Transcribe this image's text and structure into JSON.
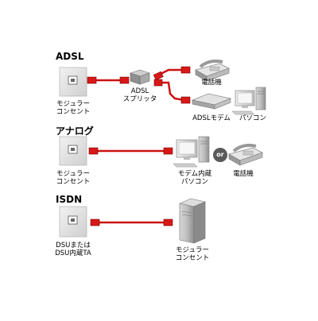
{
  "sections": [
    {
      "id": "adsl",
      "heading": "ADSL",
      "outlet_label": [
        "モジュラー",
        "コンセント"
      ],
      "splitter_label": [
        "ADSL",
        "スプリッタ"
      ],
      "phone_label": "電話機",
      "modem_label": "ADSLモデム",
      "pc_label": "パソコン"
    },
    {
      "id": "analog",
      "heading": "アナログ",
      "outlet_label": [
        "モジュラー",
        "コンセント"
      ],
      "pc_modem_label": [
        "モデム内蔵",
        "パソコン"
      ],
      "or_label": "or",
      "phone_label": "電話機"
    },
    {
      "id": "isdn",
      "heading": "ISDN",
      "dsu_label": [
        "DSUまたは",
        "DSU内蔵TA"
      ],
      "target_label": [
        "モジュラー",
        "コンセント"
      ]
    }
  ],
  "colors": {
    "cable": "#cc1111",
    "plug": "#d81818",
    "outlet_plate": "#e4e4e4",
    "device_body": "#dcdcdc",
    "device_shadow": "#a9a9a9",
    "or_badge": "#5a5a5a"
  }
}
